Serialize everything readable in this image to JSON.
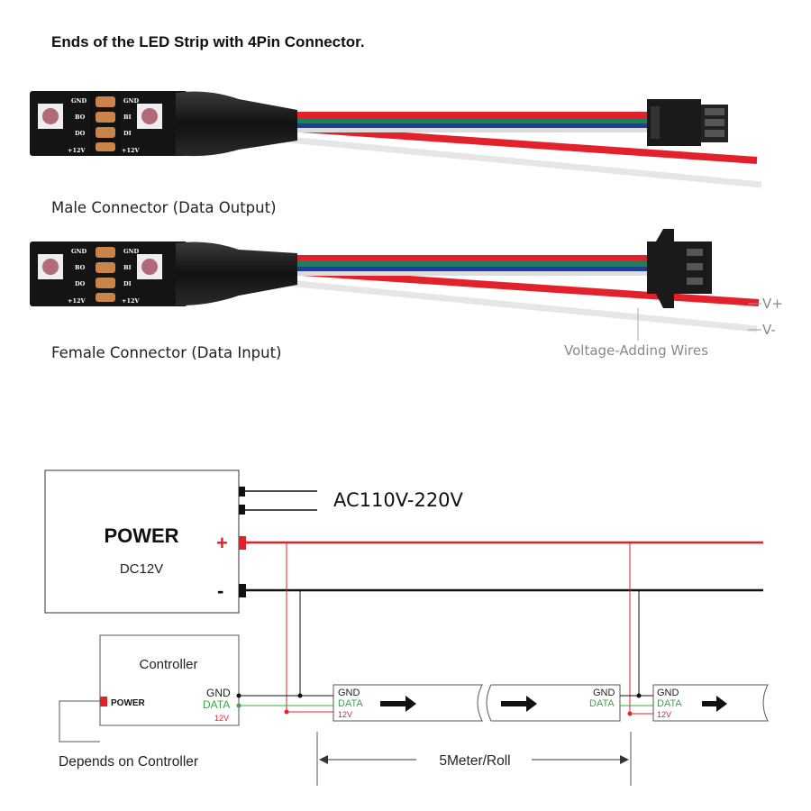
{
  "header": {
    "title": "Ends of the LED Strip with 4Pin Connector."
  },
  "male": {
    "label": "Male Connector (Data Output)"
  },
  "female": {
    "label": "Female Connector (Data Input)"
  },
  "strip_pads": {
    "gnd": "GND",
    "bo": "BO",
    "do": "DO",
    "bi": "BI",
    "di": "DI",
    "v12": "+12V"
  },
  "voltage": {
    "label": "Voltage-Adding Wires",
    "vplus": "V+",
    "vminus": "V-"
  },
  "power": {
    "title": "POWER",
    "rating": "DC12V",
    "ac": "AC110V-220V",
    "plus": "+",
    "minus": "-"
  },
  "controller": {
    "title": "Controller",
    "gnd": "GND",
    "data": "DATA",
    "v12": "12V",
    "power": "POWER",
    "note": "Depends on Controller"
  },
  "segments": {
    "gnd": "GND",
    "data": "DATA",
    "v12": "12V"
  },
  "roll": {
    "label": "5Meter/Roll"
  },
  "colors": {
    "red": "#e3212b",
    "green": "#1e7f5c",
    "blue": "#1f3f8f",
    "black": "#111111",
    "pad": "#c9844a",
    "data_green": "#3aa845"
  }
}
